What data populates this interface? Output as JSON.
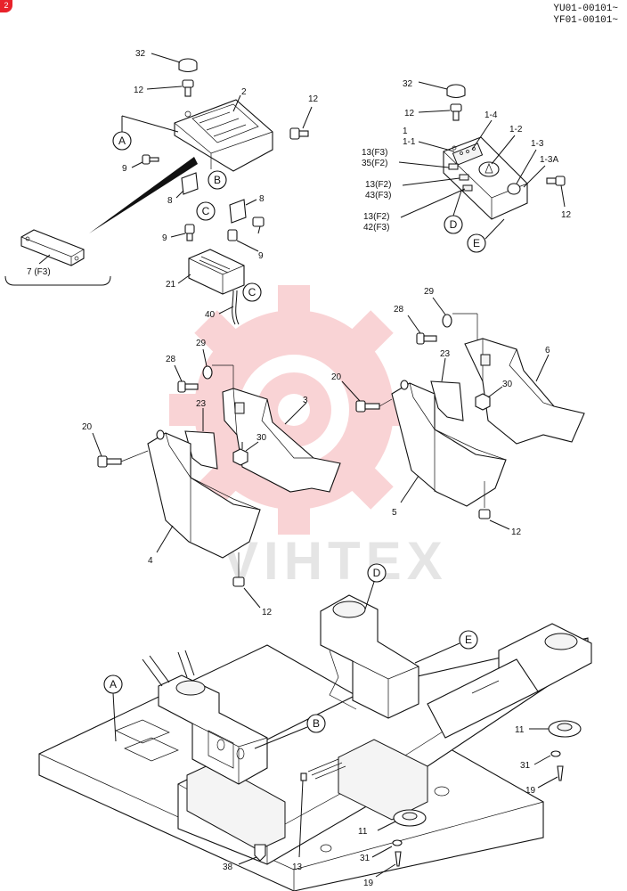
{
  "header": {
    "badge": "2",
    "serial_lines": [
      "YU01-00101~",
      "YF01-00101~"
    ]
  },
  "watermark": {
    "text": "VIHTEX",
    "gear_color": "#f2a0a4"
  },
  "callouts": [
    "A",
    "B",
    "C",
    "D",
    "E"
  ],
  "parts": {
    "cap": "32",
    "bolt": "12",
    "cover_top": "2",
    "screw": "9",
    "bracket": "8",
    "box_part": "21",
    "cable": "40",
    "panel_cover": "7 (F3)",
    "console_1": "1",
    "console_1_1": "1-1",
    "console_1_2": "1-2",
    "console_1_3": "1-3",
    "console_1_3a": "1-3A",
    "console_1_4": "1-4",
    "sw_13f3": "13(F3)",
    "sw_35f2": "35(F2)",
    "sw_13f2": "13(F2)",
    "sw_43f3": "43(F3)",
    "sw_42f3": "42(F3)",
    "bolt_28": "28",
    "washer_29": "29",
    "bolt_20": "20",
    "plate_23": "23",
    "nut_30": "30",
    "panel_3": "3",
    "panel_4": "4",
    "panel_5": "5",
    "panel_6": "6",
    "mount_11": "11",
    "washer_31": "31",
    "screw_19": "19",
    "plug_38": "38",
    "clip_13": "13"
  }
}
